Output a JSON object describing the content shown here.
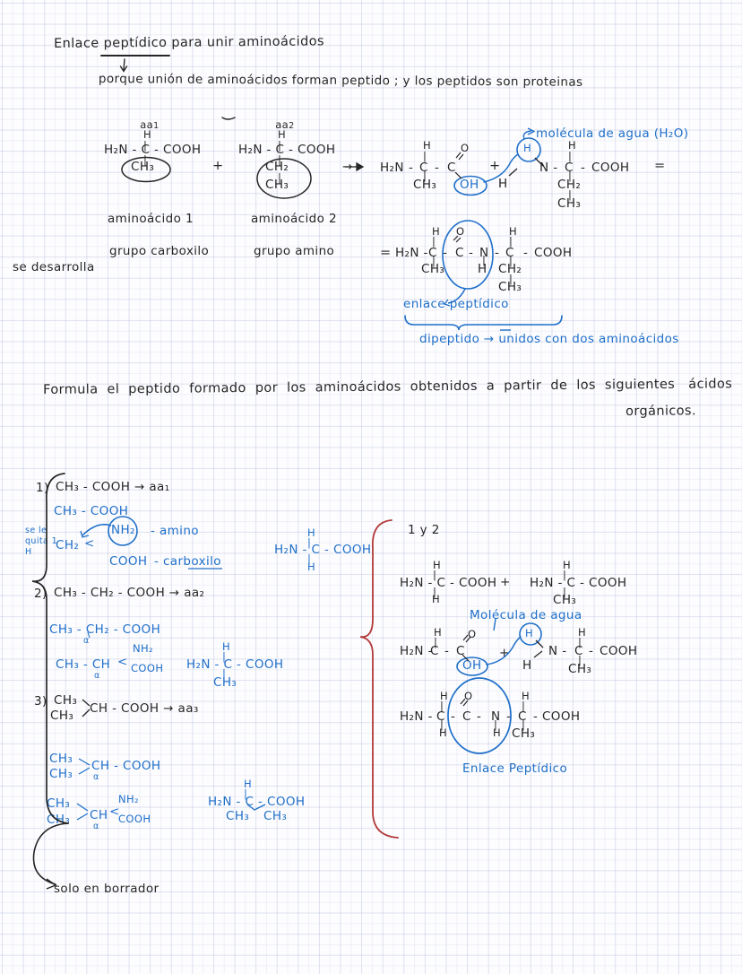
{
  "document": {
    "title": "Enlace peptídico para unir aminoácidos",
    "title_underlined_word": "peptídico",
    "subtitle": "porque unión de aminoácidos forman peptido ; y los peptidos son proteinas",
    "colors": {
      "black_ink": "#262626",
      "blue_ink": "#1f6fc9",
      "red_ink": "#b33a3a",
      "grid": "#96a0c8",
      "paper": "#fdfdff"
    }
  },
  "section1": {
    "aa1_label": "aa",
    "aa1_index": "1",
    "aa2_label": "aa",
    "aa2_index": "2",
    "aa1_structure": {
      "h_top": "H",
      "backbone": "H₂N - C - COOH",
      "r_group": "CH₃"
    },
    "aa2_structure": {
      "h_top": "H",
      "backbone": "H₂N - C - COOH",
      "r_group_1": "CH₂",
      "r_group_2": "CH₃"
    },
    "plus_sign": "+",
    "arrow": "→",
    "caption_left": "aminoácido 1",
    "caption_right": "aminoácido 2",
    "group_left": "grupo carboxilo",
    "group_right": "grupo amino",
    "side_note": "se desarrolla"
  },
  "section2": {
    "left_fragment": {
      "h_top": "H",
      "h2n": "H₂N",
      "dash1": "-",
      "c1": "C",
      "dash2": "-",
      "c2": "C",
      "o_top": "O",
      "oh": "OH",
      "ch3": "CH₃"
    },
    "plus_sign": "+",
    "water_label": "molécula de agua (H₂O)",
    "circled_h": "H",
    "h_left": "H",
    "right_fragment": {
      "n": "N -",
      "c": "C",
      "dash": "-",
      "cooh": "COOH",
      "h_top": "H",
      "ch2": "CH₂",
      "ch3": "CH₃"
    },
    "equals": "="
  },
  "section3": {
    "equals": "=",
    "chain": {
      "h2n": "H₂N -",
      "c1": "C",
      "dash1": "-",
      "c2": "C",
      "o_top": "O",
      "dash2": "-",
      "n": "N",
      "dash3": "-",
      "c3": "C",
      "dash4": "-",
      "cooh": "COOH",
      "h_top1": "H",
      "ch3": "CH₃",
      "h_under_n": "H",
      "h_top2": "H",
      "ch2": "CH₂",
      "ch3b": "CH₃"
    },
    "bond_label": "enlace peptídico",
    "brace_label": "dipeptido → unidos con dos aminoácidos"
  },
  "prompt": {
    "line1": "Formula  el  peptido  formado  por  los  aminoácidos  obtenidos  a  partir  de  los  siguientes   ácidos",
    "line2": "orgánicos."
  },
  "exercises": [
    {
      "number": "1)",
      "acid": "CH₃ - COOH → aa₁",
      "blue_formula": "CH₃ - COOH",
      "note": "se le\nquita 1\nH",
      "alpha_carbon": "CH₂",
      "branch_top": "NH₂",
      "branch_top_label": "- amino",
      "branch_bottom": "COOH",
      "branch_bottom_label": "- carboxilo",
      "result": {
        "h_top": "H",
        "backbone": "H₂N - C - COOH",
        "bottom": "H"
      }
    },
    {
      "number": "2)",
      "acid": "CH₃ - CH₂ - COOH → aa₂",
      "blue_formula": "CH₃ - CH₂ - COOH",
      "alpha_mark": "α",
      "second_formula": "CH₃ - CH",
      "branch_top": "NH₂",
      "branch_bottom": "COOH",
      "result": {
        "h_top": "H",
        "backbone": "H₂N - C - COOH",
        "bottom": "CH₃"
      }
    },
    {
      "number": "3)",
      "acid_part1": "CH₃",
      "acid_part2": "CH₃",
      "acid_rest": "CH - COOH → aa₃",
      "blue_top": "CH₃",
      "blue_bottom": "CH₃",
      "blue_rest": "CH - COOH",
      "alpha_mark": "α",
      "second_top": "CH₃",
      "second_bottom": "CH₃",
      "second_rest": "CH",
      "branch_top": "NH₂",
      "branch_bottom": "COOH",
      "result": {
        "h_top": "H",
        "backbone": "H₂N - C - COOH",
        "bottom_left": "CH₃",
        "bottom_right": "CH₃"
      }
    }
  ],
  "footer_note": "solo en borrador",
  "right_panel": {
    "title": "1 y 2",
    "row1": {
      "left": {
        "h_top": "H",
        "backbone": "H₂N - C - COOH",
        "bottom": "H"
      },
      "plus": "+",
      "right": {
        "h_top": "H",
        "backbone": "H₂N - C - COOH",
        "bottom": "CH₃"
      }
    },
    "water_label": "Molécula de agua",
    "row2": {
      "left": {
        "h_top": "H",
        "h2n": "H₂N -",
        "c1": "C",
        "dash": "-",
        "c2": "C",
        "o_top": "O",
        "oh": "OH"
      },
      "plus": "+",
      "circled_h": "H",
      "h_left": "H",
      "right": {
        "n": "N - ",
        "c": "C",
        "dash": "-",
        "cooh": "COOH",
        "h_top": "H",
        "ch3": "CH₃"
      }
    },
    "row3": {
      "h2n": "H₂N -",
      "c1": "C",
      "dash1": "-",
      "c2": "C",
      "o_top": "O",
      "dash2": "-",
      "n": "N",
      "dash3": "-",
      "c3": "C",
      "dash4": "- COOH",
      "h_top1": "H",
      "h_bottom1": "H",
      "h_under_n": "H",
      "h_top2": "H",
      "ch3": "CH₃"
    },
    "bond_label": "Enlace Peptídico"
  }
}
